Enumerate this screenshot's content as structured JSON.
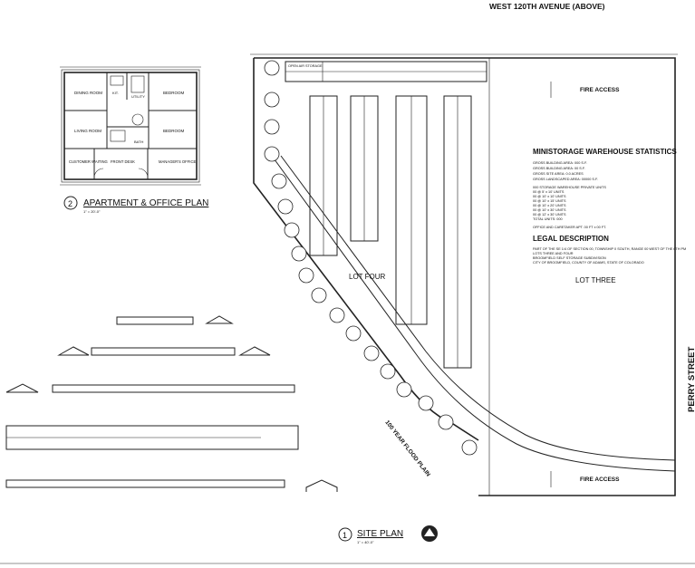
{
  "sheet": {
    "street_north": "WEST 120TH AVENUE (ABOVE)",
    "street_east": "PERRY STREET",
    "fire_access_top": "FIRE ACCESS",
    "fire_access_bottom": "FIRE ACCESS",
    "lot_four": "LOT FOUR",
    "lot_three": "LOT THREE",
    "flood_plain": "100 YEAR FLOOD PLAIN"
  },
  "apartment_plan": {
    "number": "2",
    "title": "APARTMENT & OFFICE PLAN",
    "scale": "1\" = 20'-0\"",
    "rooms": {
      "dining": "DINING ROOM",
      "bedroom_1": "BEDROOM",
      "living": "LIVING ROOM",
      "bedroom_2": "BEDROOM",
      "customer": "CUSTOMER WAITING",
      "front_desk": "FRONT DESK",
      "manager": "MANAGER'S OFFICE",
      "kitchen": "KIT.",
      "utility": "UTILITY",
      "bath": "BATH"
    }
  },
  "site_plan": {
    "number": "1",
    "title": "SITE PLAN",
    "scale": "1\" = 40'-0\"",
    "entry_label": "OPEN AIR STORAGE"
  },
  "statistics": {
    "title": "MINISTORAGE WAREHOUSE STATISTICS",
    "lines": [
      "GROSS BUILDING AREA: 000 S.F.",
      "GROSS BUILDING AREA: 00 S.F.",
      "GROSS SITE AREA: 0.0 ACRES",
      "GROSS LANDSCAPED AREA: 00000 S.F.",
      "",
      "000 STORAGE WAREHOUSE PRIVATE UNITS",
      "00 @ 5' x 10' UNITS",
      "00 @ 10' x 10' UNITS",
      "00 @ 10' x 15' UNITS",
      "00 @ 10' x 20' UNITS",
      "00 @ 10' x 30' UNITS",
      "00 @ 12' x 30' UNITS",
      "TOTAL UNITS: 000",
      "",
      "OFFICE AND CARETAKER APT. 00 FT x 00 FT."
    ],
    "legal_title": "LEGAL DESCRIPTION",
    "legal_lines": [
      "PART OF THE SE 1/4 OF SECTION 00, TOWNSHIP 0 SOUTH, RANGE 00 WEST OF THE 6TH PM",
      "LOTS THREE AND FOUR",
      "BROOMFIELD SELF STORAGE SUBDIVISION",
      "CITY OF BROOMFIELD, COUNTY OF ADAMS, STATE OF COLORADO"
    ]
  }
}
